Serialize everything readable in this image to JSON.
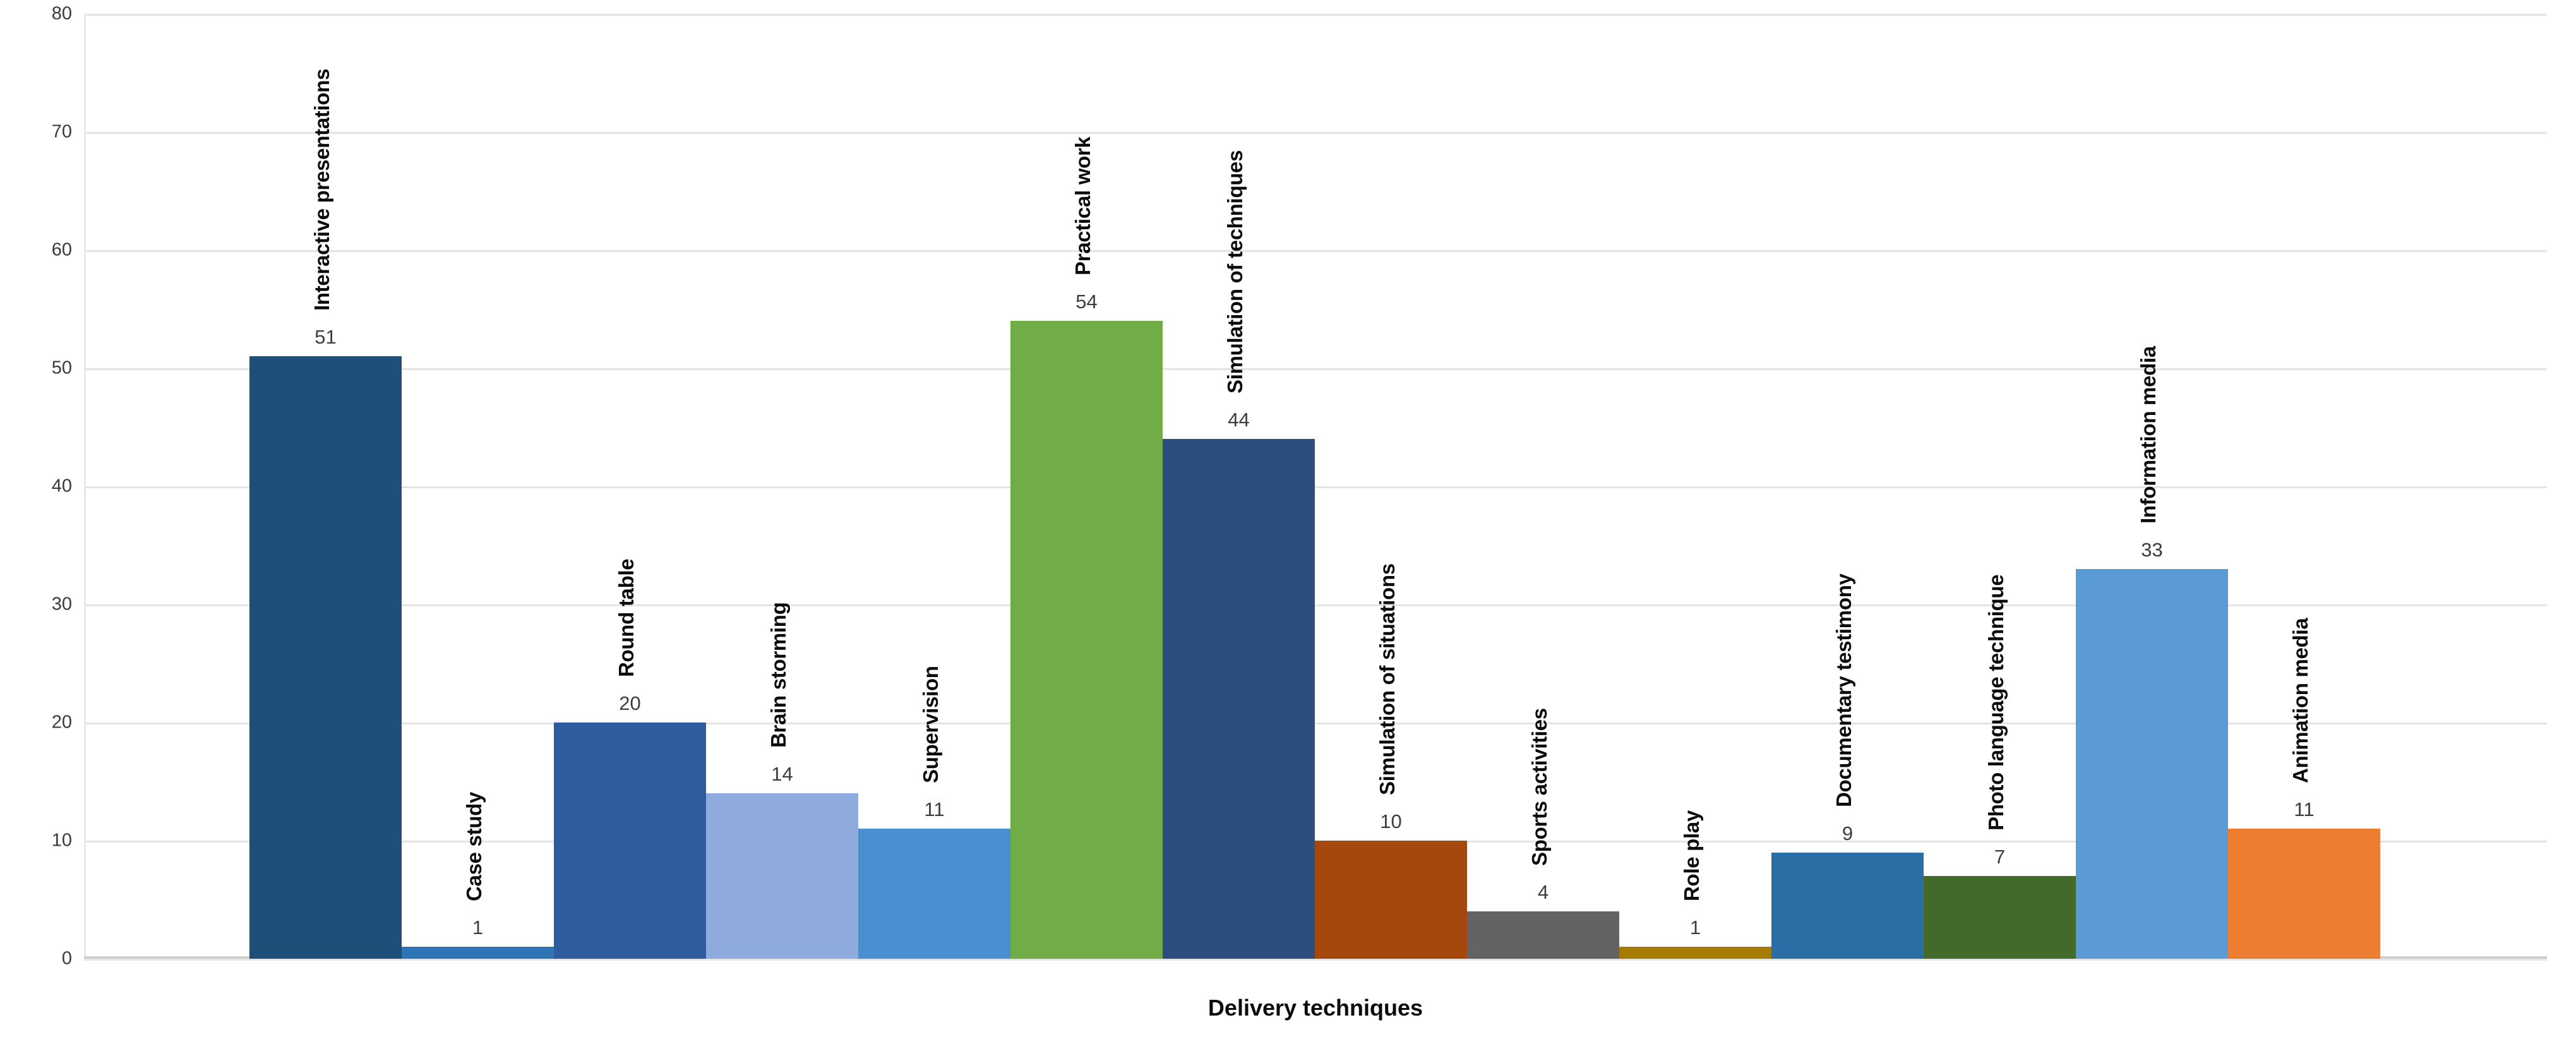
{
  "chart_data": {
    "type": "bar",
    "title": "",
    "xlabel": "Delivery techniques",
    "ylabel": "",
    "ylim": [
      0,
      80
    ],
    "ytick_step": 10,
    "ytick_labels": [
      "80",
      "70",
      "60",
      "50",
      "40",
      "30",
      "20",
      "10",
      "0"
    ],
    "grid": true,
    "legend": "none",
    "categories": [
      "Interactive presentations",
      "Case study",
      "Round table",
      "Brain storming",
      "Supervision",
      "Practical work",
      "Simulation of techniques",
      "Simulation of situations",
      "Sports activities",
      "Role play",
      "Documentary testimony",
      "Photo language technique",
      "Information media",
      "Animation media"
    ],
    "values": [
      51,
      1,
      20,
      14,
      11,
      54,
      44,
      10,
      4,
      1,
      9,
      7,
      33,
      11
    ],
    "value_labels": [
      "51",
      "1",
      "20",
      "14",
      "11",
      "54",
      "44",
      "10",
      "4",
      "1",
      "9",
      "7",
      "33",
      "11"
    ],
    "bar_colors": [
      "#1F4E79",
      "#2E75B6",
      "#2E5C9E",
      "#8FAADC",
      "#4A90D0",
      "#70AD47",
      "#2A4F7E",
      "#A4480E",
      "#636363",
      "#A47C02",
      "#2A6EA6",
      "#436A2B",
      "#5B9BD5",
      "#ED7D31"
    ],
    "label_inside_bar": [
      true,
      false,
      false,
      false,
      false,
      true,
      true,
      false,
      false,
      false,
      false,
      false,
      true,
      false
    ],
    "axis_color": "#D9D9D9",
    "gridline_color": "#E4E4E4",
    "tick_text_color": "#3A3A3A",
    "value_text_color": "#3D3D3D",
    "category_text_color": "#0B0B0B",
    "background_color": "#FFFFFF"
  }
}
